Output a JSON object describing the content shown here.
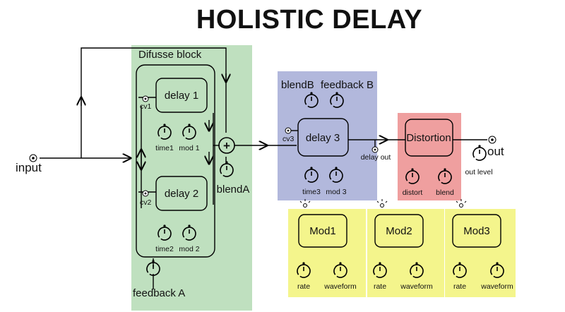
{
  "title": "HOLISTIC DELAY",
  "io": {
    "input": "input",
    "output": "out",
    "out_level": "out level",
    "delay_out": "delay out"
  },
  "diffuse_block": {
    "label": "Difusse block",
    "delay1": {
      "label": "delay 1",
      "cv": "cv1",
      "knob_time": "time1",
      "knob_mod": "mod 1"
    },
    "delay2": {
      "label": "delay 2",
      "cv": "cv2",
      "knob_time": "time2",
      "knob_mod": "mod 2"
    },
    "feedback": "feedback A"
  },
  "mixer": {
    "symbol": "+",
    "blend": "blendA"
  },
  "block_b": {
    "blend": "blendB",
    "feedback": "feedback B",
    "delay3": {
      "label": "delay 3",
      "cv": "cv3",
      "knob_time": "time3",
      "knob_mod": "mod 3"
    }
  },
  "distortion": {
    "label": "Distortion",
    "knob_distort": "distort",
    "knob_blend": "blend"
  },
  "mods": [
    {
      "label": "Mod1",
      "knob_rate": "rate",
      "knob_waveform": "waveform"
    },
    {
      "label": "Mod2",
      "knob_rate": "rate",
      "knob_waveform": "waveform"
    },
    {
      "label": "Mod3",
      "knob_rate": "rate",
      "knob_waveform": "waveform"
    }
  ],
  "colors": {
    "diffuse_bg": "#bfe0bf",
    "block_b_bg": "#b2b8dc",
    "distortion_bg": "#ef9f9f",
    "mod_bg": "#f4f58c"
  }
}
